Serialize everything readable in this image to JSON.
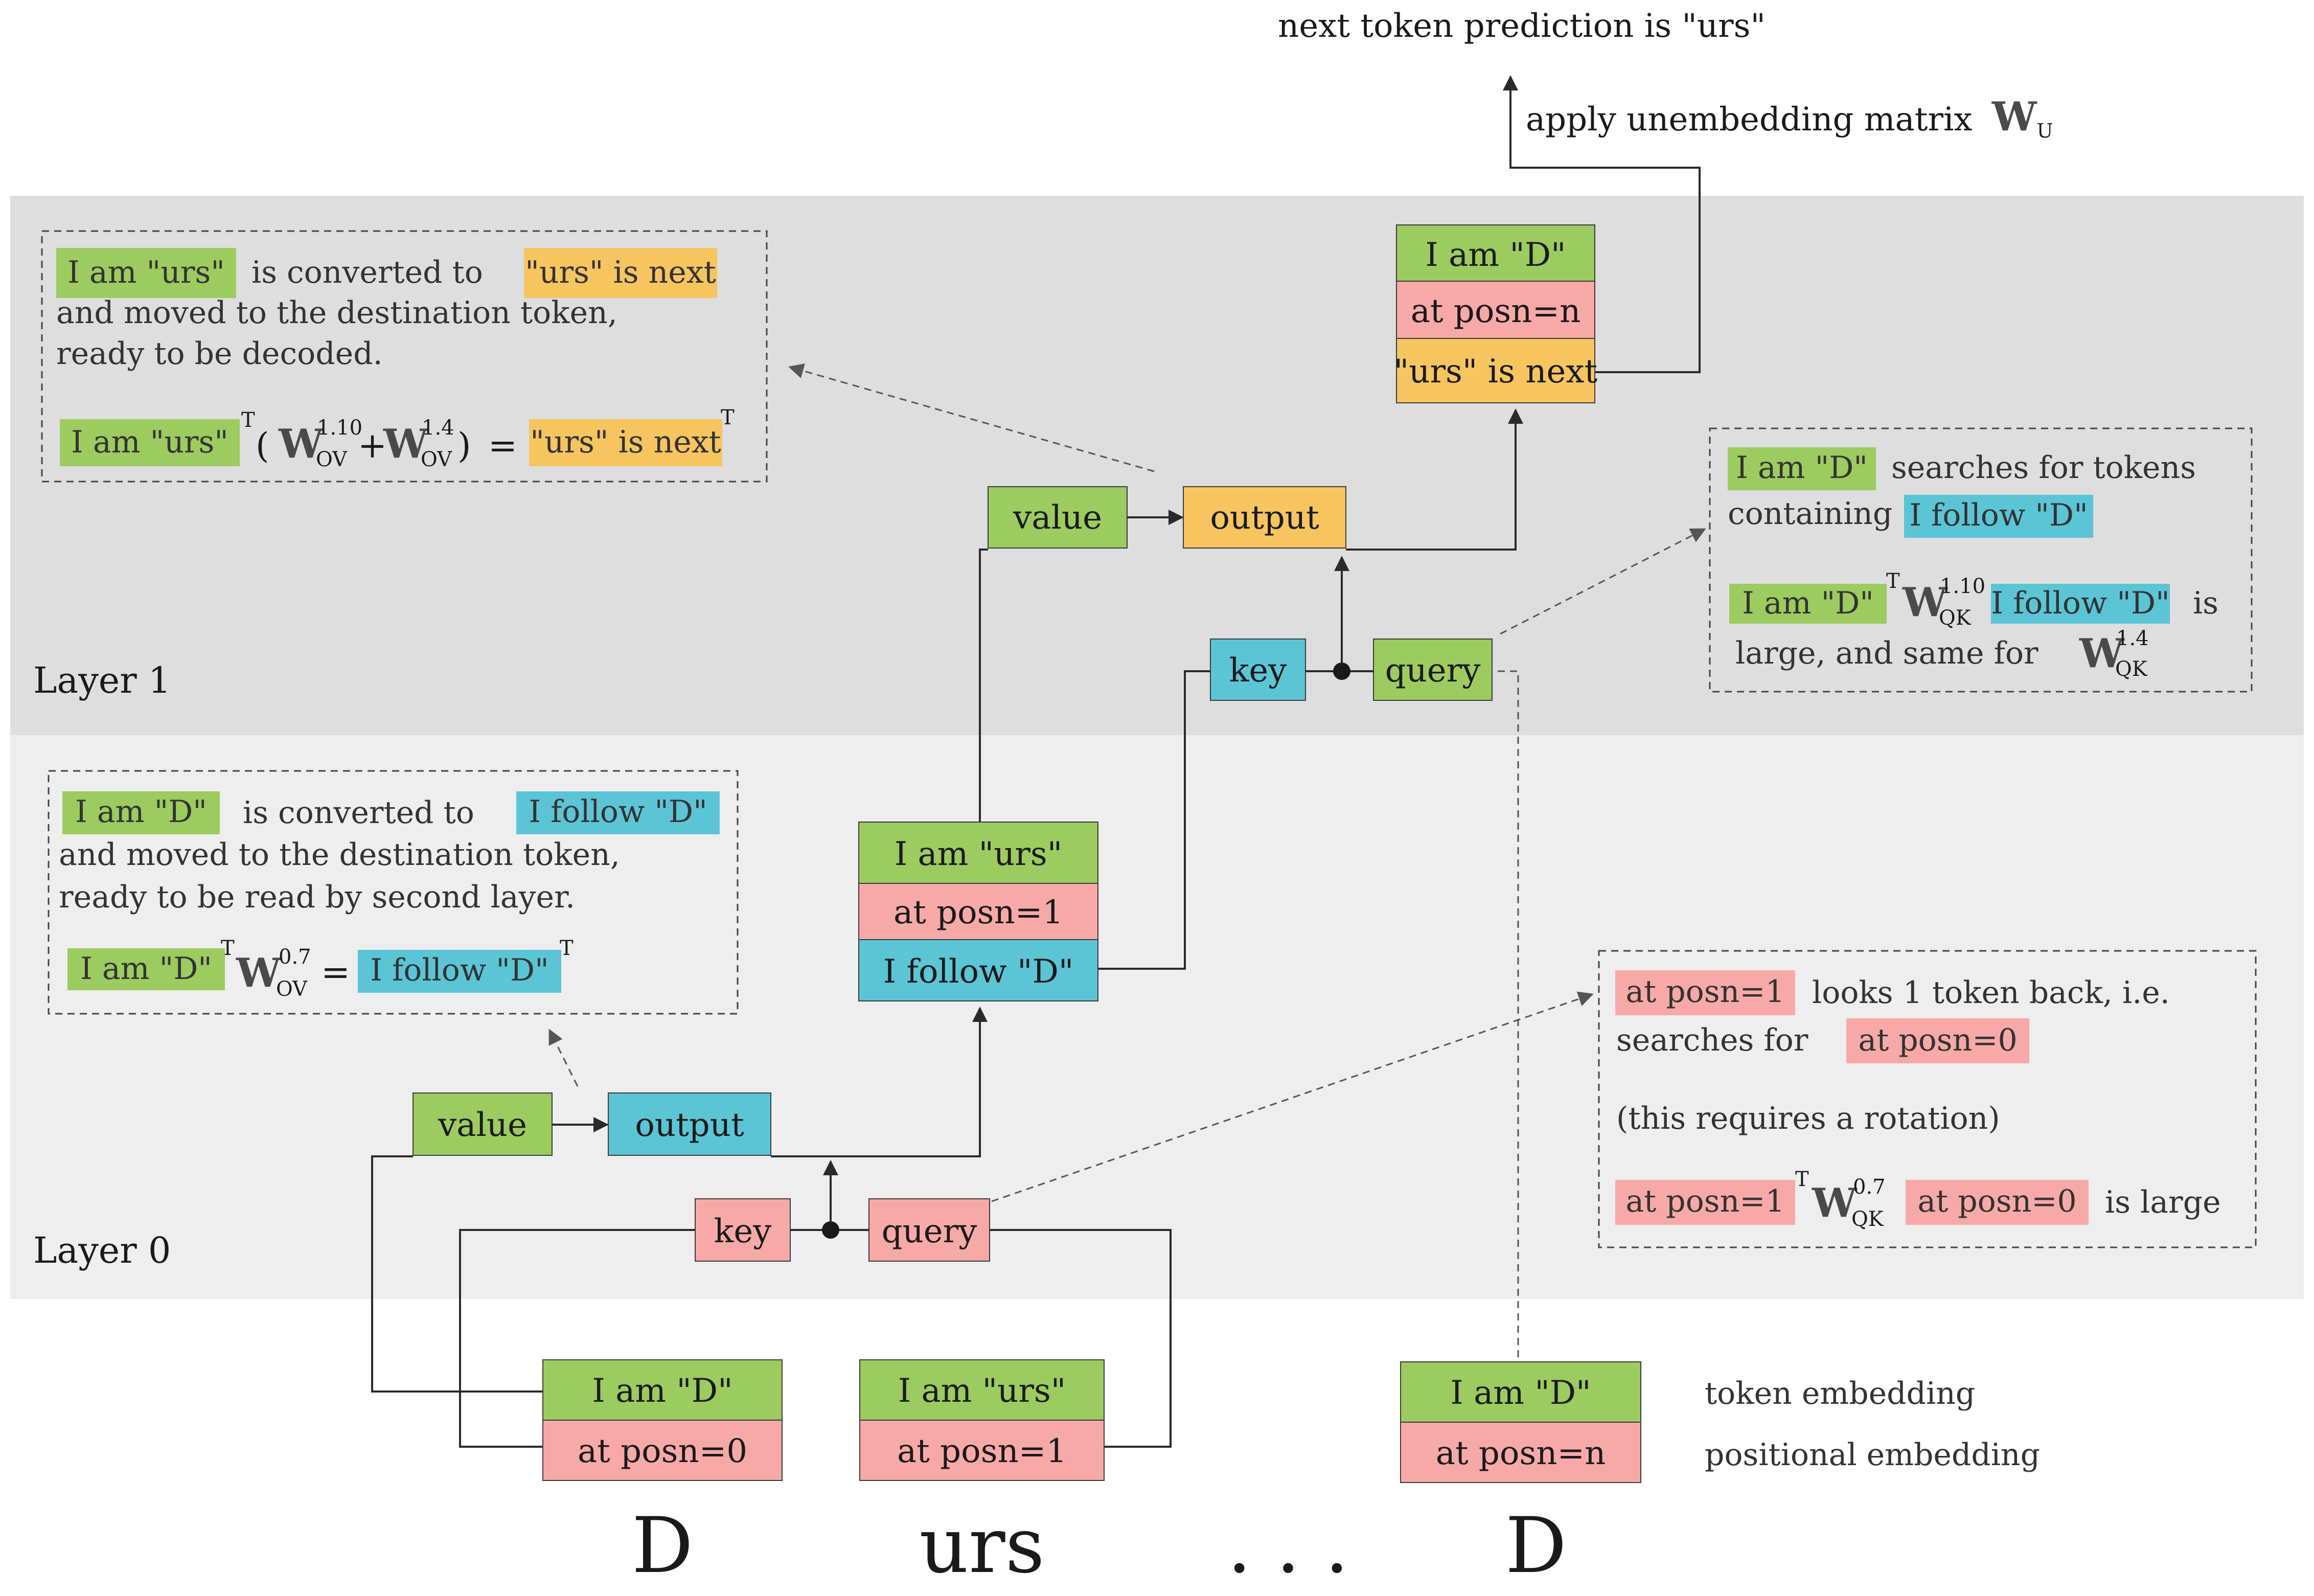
{
  "colors": {
    "token": "#9ccb5f",
    "position": "#f7a9a8",
    "follow": "#5bc5d6",
    "next": "#f6c560",
    "layer1_bg": "#dedede",
    "layer0_bg": "#eeeeee"
  },
  "top": {
    "prediction": "next token prediction is \"urs\"",
    "unembed": "apply unembedding matrix",
    "unembed_matrix": "W",
    "unembed_sub": "U"
  },
  "layers": {
    "layer1": "Layer 1",
    "layer0": "Layer 0"
  },
  "final_stack": {
    "token": "I am \"D\"",
    "pos": "at posn=n",
    "next": "\"urs\" is next"
  },
  "mid_stack": {
    "token": "I am \"urs\"",
    "pos": "at posn=1",
    "follow": "I follow \"D\""
  },
  "inputs": [
    {
      "token": "I am \"D\"",
      "pos": "at posn=0",
      "text": "D"
    },
    {
      "token": "I am \"urs\"",
      "pos": "at posn=1",
      "text": "urs"
    },
    {
      "token": "I am \"D\"",
      "pos": "at posn=n",
      "text": "D"
    }
  ],
  "ellipsis": ". . .",
  "embeddings": {
    "token": "token embedding",
    "pos": "positional embedding"
  },
  "layer1_heads": {
    "value": "value",
    "output": "output",
    "key": "key",
    "query": "query"
  },
  "layer0_heads": {
    "value": "value",
    "output": "output",
    "key": "key",
    "query": "query"
  },
  "ov1_note": {
    "chip_a": "I am \"urs\"",
    "t1": "is converted to",
    "chip_b": "\"urs\" is next",
    "line2": "and moved to the destination token,",
    "line3": "ready to be decoded.",
    "eq_chip_a": "I am \"urs\"",
    "T": "T",
    "open": "(",
    "W": "W",
    "sup1": "1.10",
    "sub1": "OV",
    "plus": "+",
    "sup2": "1.4",
    "sub2": "OV",
    "close": ")",
    "eq": "=",
    "eq_chip_b": "\"urs\" is next",
    "T2": "T"
  },
  "qk1_note": {
    "chip_a": "I am \"D\"",
    "t1": "searches for tokens",
    "t2": "containing",
    "chip_b": "I follow \"D\"",
    "eq_chip_a": "I am \"D\"",
    "T": "T",
    "W": "W",
    "sup": "1.10",
    "sub": "QK",
    "eq_chip_b": "I follow \"D\"",
    "is": "is",
    "t3": "large, and same for",
    "W2": "W",
    "sup2": "1.4",
    "sub2": "QK"
  },
  "ov0_note": {
    "chip_a": "I am \"D\"",
    "t1": "is converted to",
    "chip_b": "I follow \"D\"",
    "line2": "and moved to the destination token,",
    "line3": "ready to be read by second layer.",
    "eq_chip_a": "I am \"D\"",
    "T": "T",
    "W": "W",
    "sup": "0.7",
    "sub": "OV",
    "eq": "=",
    "eq_chip_b": "I follow \"D\"",
    "T2": "T"
  },
  "qk0_note": {
    "chip_a": "at posn=1",
    "t1": "looks 1 token back, i.e.",
    "t2": "searches for",
    "chip_b": "at posn=0",
    "t3": "(this requires a rotation)",
    "eq_chip_a": "at posn=1",
    "T": "T",
    "W": "W",
    "sup": "0.7",
    "sub": "QK",
    "eq_chip_b": "at posn=0",
    "t4": "is large"
  }
}
